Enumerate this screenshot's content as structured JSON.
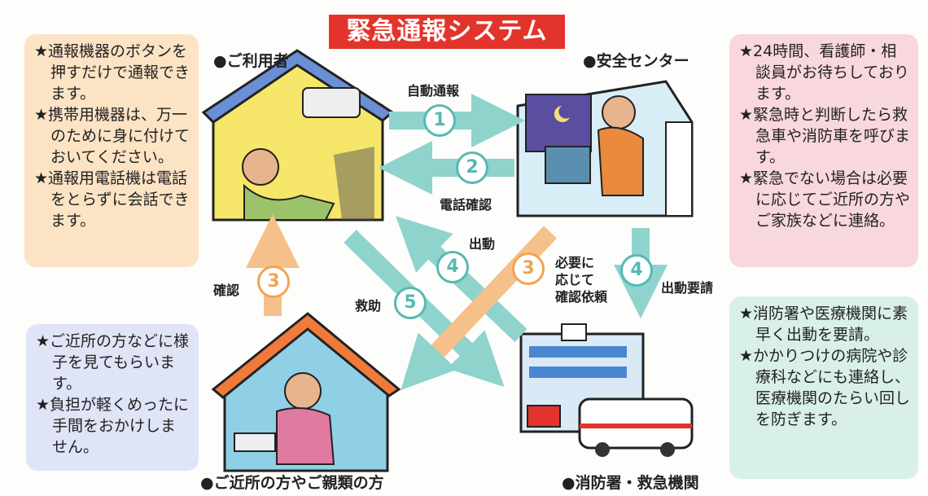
{
  "title": "緊急通報システム",
  "captions": {
    "user": "●ご利用者",
    "center": "●安全センター",
    "neighbor": "●ご近所の方やご親類の方",
    "fire": "●消防署・救急機関"
  },
  "boxes": {
    "user": [
      "★通報機器のボタンを押すだけで通報できます。",
      "★携帯用機器は、万一のために身に付けておいてください。",
      "★通報用電話機は電話をとらずに会話できます。"
    ],
    "center": [
      "★24時間、看護師・相談員がお待ちしております。",
      "★緊急時と判断したら救急車や消防車を呼びます。",
      "★緊急でない場合は必要に応じてご近所の方やご家族などに連絡。"
    ],
    "neighbor": [
      "★ご近所の方などに様子を見てもらいます。",
      "★負担が軽くめったに手間をおかけしません。"
    ],
    "fire": [
      "★消防署や医療機関に素早く出動を要請。",
      "★かかりつけの病院や診療科などにも連絡し、医療機関のたらい回しを防ぎます。"
    ]
  },
  "flows": {
    "auto_report": {
      "num": "1",
      "label": "自動通報"
    },
    "phone_confirm": {
      "num": "2",
      "label": "電話確認"
    },
    "confirm": {
      "num": "3",
      "label": "確認"
    },
    "confirm_request": {
      "num": "3",
      "label_lines": [
        "必要に",
        "応じて",
        "確認依頼"
      ]
    },
    "dispatch": {
      "num": "4",
      "label": "出動"
    },
    "dispatch_request": {
      "num": "4",
      "label": "出動要請"
    },
    "rescue": {
      "num": "5",
      "label": "救助"
    }
  },
  "colors": {
    "title_bg": "#e3342c",
    "teal_arrow": "#8fd3cd",
    "orange_arrow": "#f6c08a"
  }
}
